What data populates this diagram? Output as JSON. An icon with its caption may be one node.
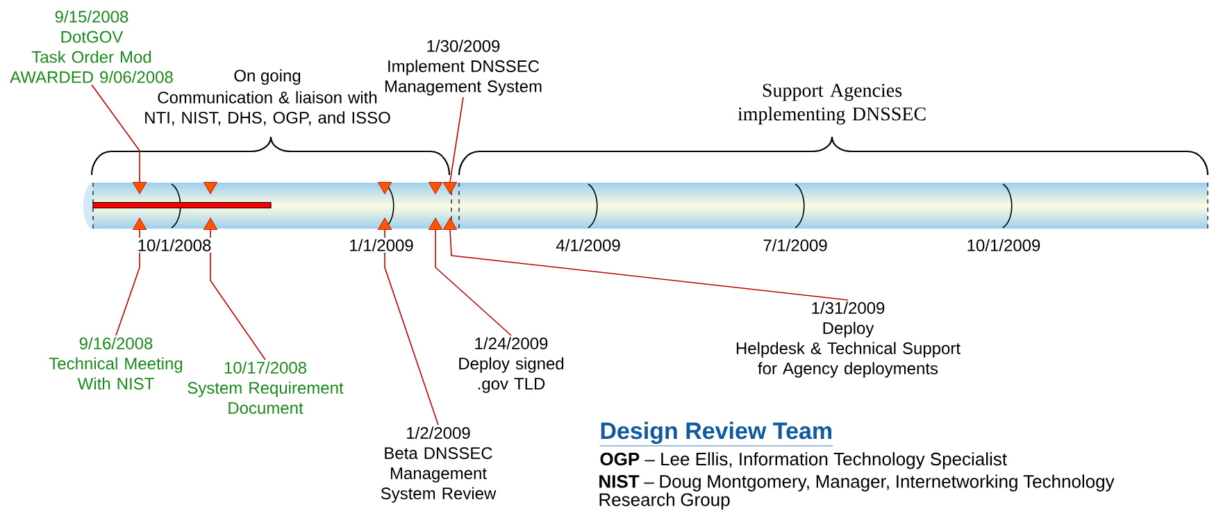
{
  "diagram": {
    "nodes": [
      {
        "text": [
          "9/15/2008",
          "DotGOV",
          "Task Order Mod AWARDED 9/06/2008"
        ]
      },
      {
        "text": [
          "1/30/2009",
          "Implement DNSSEC Management System"
        ]
      },
      {
        "text": [],
        "shape": "triangle"
      },
      {
        "text": [],
        "shape": "triangle"
      },
      {
        "text": [],
        "shape": "triangle"
      },
      {
        "text": [],
        "shape": "triangle"
      },
      {
        "text": [],
        "shape": "triangle"
      },
      {
        "text": [],
        "shape": "triangle"
      },
      {
        "text": [],
        "shape": "triangle"
      },
      {
        "text": [],
        "shape": "triangle"
      },
      {
        "text": [],
        "shape": "triangle"
      },
      {
        "text": [],
        "shape": "triangle"
      },
      {
        "text": [
          "9/16/2008",
          "Technical Meeting With NIST"
        ]
      },
      {
        "text": [
          "10/17/2008",
          "System Requirement Document"
        ]
      },
      {
        "text": [
          "1/24/2009",
          "Deploy signed .gov TLD"
        ]
      },
      {
        "text": [
          "1/31/2009",
          "Deploy",
          "Helpdesk & Technical Support for Agency deployments"
        ]
      },
      {
        "text": [
          "1/2/2009",
          "Beta DNSSEC Management System Review"
        ]
      }
    ],
    "edges": [
      {
        "from": 0,
        "to": 2,
        "arrow": "none"
      },
      {
        "from": 1,
        "to": 6,
        "arrow": "none"
      },
      {
        "from": 12,
        "to": 7,
        "arrow": "none"
      },
      {
        "from": 13,
        "to": 8,
        "arrow": "none"
      },
      {
        "from": 16,
        "to": 9,
        "arrow": "none"
      },
      {
        "from": 14,
        "to": 10,
        "arrow": "none"
      },
      {
        "from": 15,
        "to": 11,
        "arrow": "none"
      }
    ],
    "labels": [
      "On going",
      "Communication & liaison with NTI, NIST, DHS, OGP, and ISSO",
      "Support Agencies implementing DNSSEC",
      "10/1/2008",
      "1/1/2009",
      "4/1/2009",
      "7/1/2009",
      "10/1/2009",
      "Design Review Team",
      "**OGP** – Lee Ellis, Information Technology Specialist",
      "**NIST** – Doug Montgomery, Manager, Internetworking Technology Research Group"
    ]
  }
}
